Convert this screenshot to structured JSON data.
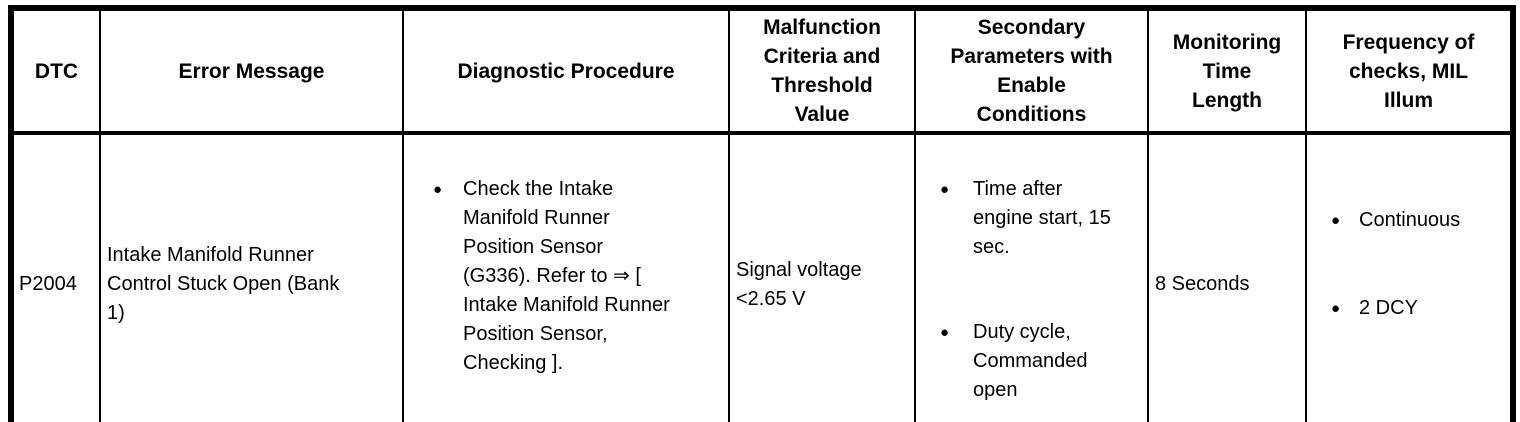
{
  "colors": {
    "border": "#000000",
    "text": "#000000",
    "background": "#ffffff"
  },
  "icons": {
    "bullet": "●"
  },
  "table": {
    "headers": {
      "dtc": "DTC",
      "error_message": "Error Message",
      "diagnostic_procedure": "Diagnostic Procedure",
      "malfunction_criteria": "Malfunction\nCriteria and\nThreshold\nValue",
      "secondary_parameters": "Secondary\nParameters with\nEnable\nConditions",
      "monitoring_time": "Monitoring\nTime\nLength",
      "frequency_of_checks": "Frequency of\nchecks, MIL\nIllum"
    },
    "rows": [
      {
        "dtc": "P2004",
        "error_message": "Intake Manifold Runner\nControl Stuck Open (Bank\n1)",
        "diagnostic_procedure": [
          "Check the Intake\nManifold Runner\nPosition Sensor\n(G336). Refer to ⇒ [\nIntake Manifold Runner\nPosition Sensor,\nChecking ]."
        ],
        "malfunction_criteria": "Signal voltage\n<2.65 V",
        "secondary_parameters": [
          "Time after\nengine start, 15\nsec.",
          "Duty cycle,\nCommanded\nopen"
        ],
        "monitoring_time": "8 Seconds",
        "frequency_of_checks": [
          "Continuous",
          "2 DCY"
        ]
      }
    ]
  }
}
